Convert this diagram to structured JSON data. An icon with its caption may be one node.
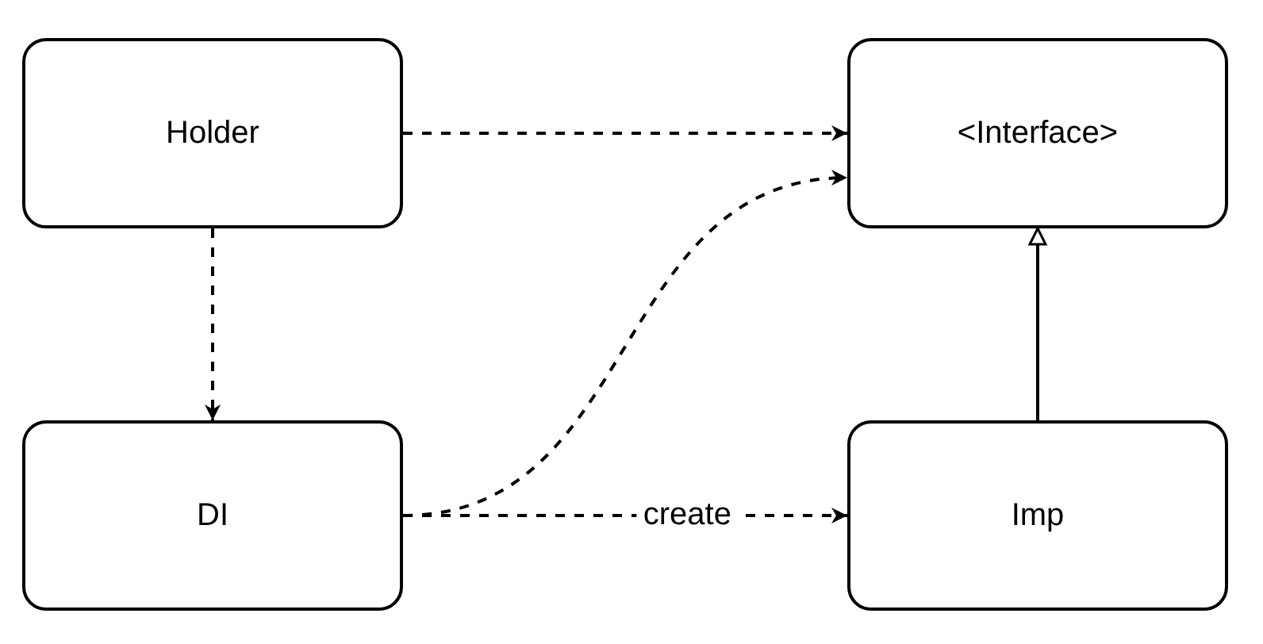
{
  "diagram": {
    "nodes": [
      {
        "text": [
          "Holder"
        ]
      },
      {
        "text": [
          "<Interface>"
        ]
      },
      {
        "text": [
          "DI"
        ]
      },
      {
        "text": [
          "Imp"
        ]
      }
    ],
    "edges": [
      {
        "from": 0,
        "to": 1,
        "arrow": "to",
        "style": "dashed"
      },
      {
        "from": 0,
        "to": 2,
        "arrow": "to",
        "style": "dashed"
      },
      {
        "from": 2,
        "to": 1,
        "arrow": "to",
        "style": "dashed"
      },
      {
        "from": 2,
        "to": 3,
        "arrow": "to",
        "style": "dashed",
        "label": "create"
      },
      {
        "from": 3,
        "to": 1,
        "arrow": "to"
      }
    ]
  }
}
